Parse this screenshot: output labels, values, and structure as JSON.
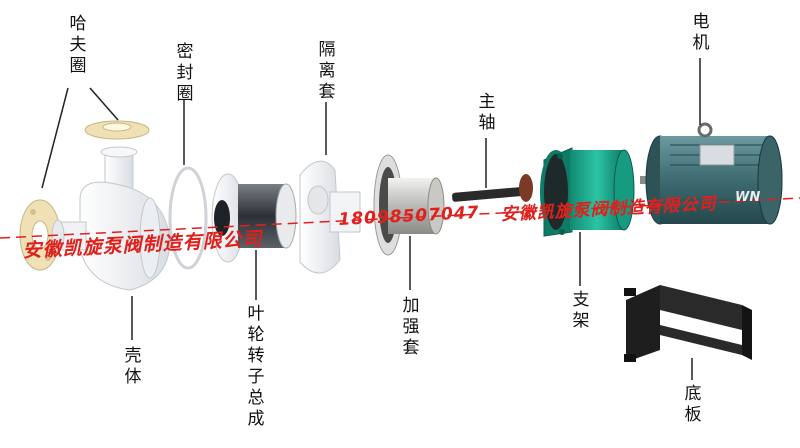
{
  "labels": {
    "hafu_ring": "哈夫圈",
    "seal_ring": "密封圈",
    "isolation_sleeve": "隔离套",
    "main_shaft": "主轴",
    "motor": "电机",
    "casing": "壳体",
    "impeller_rotor": "叶轮转子总成",
    "add_sleeve": "加强套",
    "bracket": "支架",
    "base_plate": "底板"
  },
  "banner": {
    "company": "安徽凯旋泵阀制造有限公司",
    "phone": "18098507047",
    "company_repeat": "安徽凯旋泵阀制造有限公司"
  },
  "motor_logo": "WN",
  "colors": {
    "banner_red": "#e0201c",
    "motor_body": "#3d6b70",
    "bracket_green": "#1aa58a",
    "pump_white": "#f2f4f6",
    "ring_cream": "#efe1b5"
  }
}
